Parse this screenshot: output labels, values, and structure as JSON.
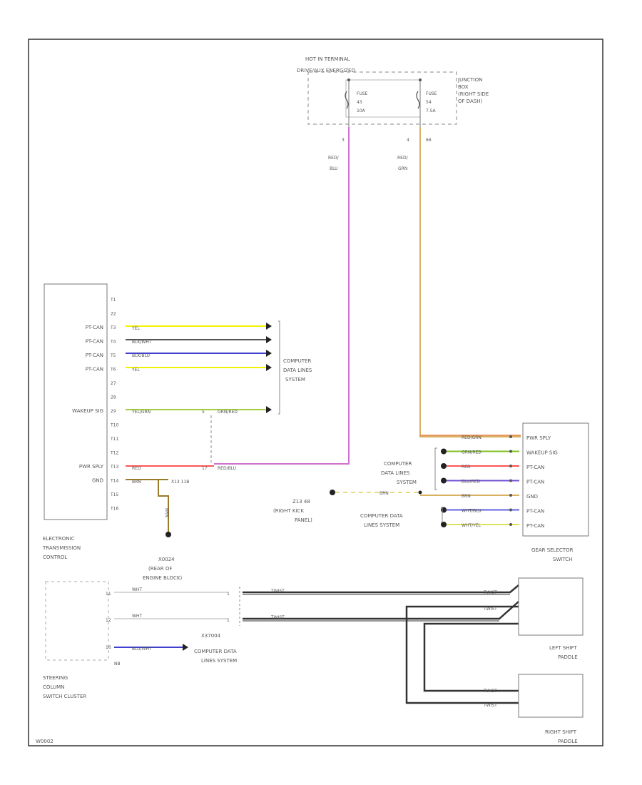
{
  "fuse_box": {
    "title_line1": "HOT IN TERMINAL",
    "title_line2": "DRIVE/AUX ENERGIZED",
    "junction_line1": "JUNCTION",
    "junction_line2": "BOX",
    "junction_line3": "(RIGHT SIDE",
    "junction_line4": "OF DASH)",
    "fuse1": {
      "name": "FUSE",
      "num": "43",
      "amps": "10A",
      "pin": "3"
    },
    "fuse2": {
      "name": "FUSE",
      "num": "54",
      "amps": "7.5A",
      "pin": "4",
      "pin2": "66"
    }
  },
  "etc": {
    "name_line1": "ELECTRONIC",
    "name_line2": "TRANSMISSION",
    "name_line3": "CONTROL",
    "pins": [
      {
        "num": "T1",
        "label": ""
      },
      {
        "num": "22",
        "label": ""
      },
      {
        "num": "T3",
        "label": "PT-CAN"
      },
      {
        "num": "T4",
        "label": "PT-CAN"
      },
      {
        "num": "T5",
        "label": "PT-CAN"
      },
      {
        "num": "T6",
        "label": "PT-CAN"
      },
      {
        "num": "27",
        "label": ""
      },
      {
        "num": "28",
        "label": ""
      },
      {
        "num": "29",
        "label": "WAKEUP SIG"
      },
      {
        "num": "T10",
        "label": ""
      },
      {
        "num": "T11",
        "label": ""
      },
      {
        "num": "T12",
        "label": ""
      },
      {
        "num": "T13",
        "label": "PWR SPLY"
      },
      {
        "num": "T14",
        "label": "GND"
      },
      {
        "num": "T15",
        "label": ""
      },
      {
        "num": "T16",
        "label": ""
      }
    ]
  },
  "etc_wires": {
    "w3": "YEL",
    "w4": "BLK/WHT",
    "w5": "BLK/BLU",
    "w6": "YEL",
    "w9": "YEL/GRN",
    "w9b": "GRN/RED",
    "w13": "RED",
    "w13b": "RED/BLU",
    "w14": "BRN",
    "w14_splice": "X13 11B",
    "ground_wire": "BRN",
    "ground_name": "X0024",
    "ground_desc1": "(REAR OF",
    "ground_desc2": "ENGINE BLOCK)",
    "data_lines_1": "COMPUTER",
    "data_lines_2": "DATA LINES",
    "data_lines_3": "SYSTEM",
    "pin13_conn": "17",
    "pin9_conn": "5",
    "fuse1_wire_1": "RED/",
    "fuse1_wire_2": "BLU",
    "fuse2_wire_1": "RED/",
    "fuse2_wire_2": "GRN"
  },
  "gear_selector": {
    "name_line1": "GEAR SELECTOR",
    "name_line2": "SWITCH",
    "pins": [
      "PWR SPLY",
      "WAKEUP SIG",
      "PT-CAN",
      "PT-CAN",
      "GND",
      "PT-CAN",
      "PT-CAN"
    ],
    "wires": [
      "RED/GRN",
      "GRN/RED",
      "RED",
      "BLU/RED",
      "BRN",
      "WHT/BLU",
      "WHT/YEL"
    ],
    "data_lines_1": "COMPUTER",
    "data_lines_2": "DATA LINES",
    "data_lines_3": "SYSTEM",
    "data_lines_b1": "COMPUTER DATA",
    "data_lines_b2": "LINES SYSTEM",
    "ground_name": "Z13 48",
    "ground_desc1": "(RIGHT KICK",
    "ground_desc2": "PANEL)",
    "ground_wire": "BRN"
  },
  "steering": {
    "name_line1": "STEERING",
    "name_line2": "COLUMN",
    "name_line3": "SWITCH CLUSTER",
    "pin_a": "11",
    "pin_b": "12",
    "pin_c": "16",
    "pin_ref": "NB",
    "wire_a": "WHT",
    "wire_b": "WHT",
    "wire_c": "BLU/WHT",
    "conn_a": "1",
    "conn_b": "1",
    "connector": "X37004",
    "data_lines_1": "COMPUTER DATA",
    "data_lines_2": "LINES SYSTEM",
    "twist_label": "TWIST"
  },
  "paddles": {
    "left_1": "LEFT SHIFT",
    "left_2": "PADDLE",
    "right_1": "RIGHT SHIFT",
    "right_2": "PADDLE",
    "wire": "TWIST"
  },
  "footer": {
    "code": "W0002"
  },
  "colors": {
    "yellow": "#f2f200",
    "grey": "#555555",
    "blue": "#4040d0",
    "red": "#ff5555",
    "green": "#80c020",
    "pink": "#d070d0",
    "tan": "#d8b060",
    "brown": "#9c7a2c",
    "orange": "#e07830",
    "black": "#222222"
  }
}
